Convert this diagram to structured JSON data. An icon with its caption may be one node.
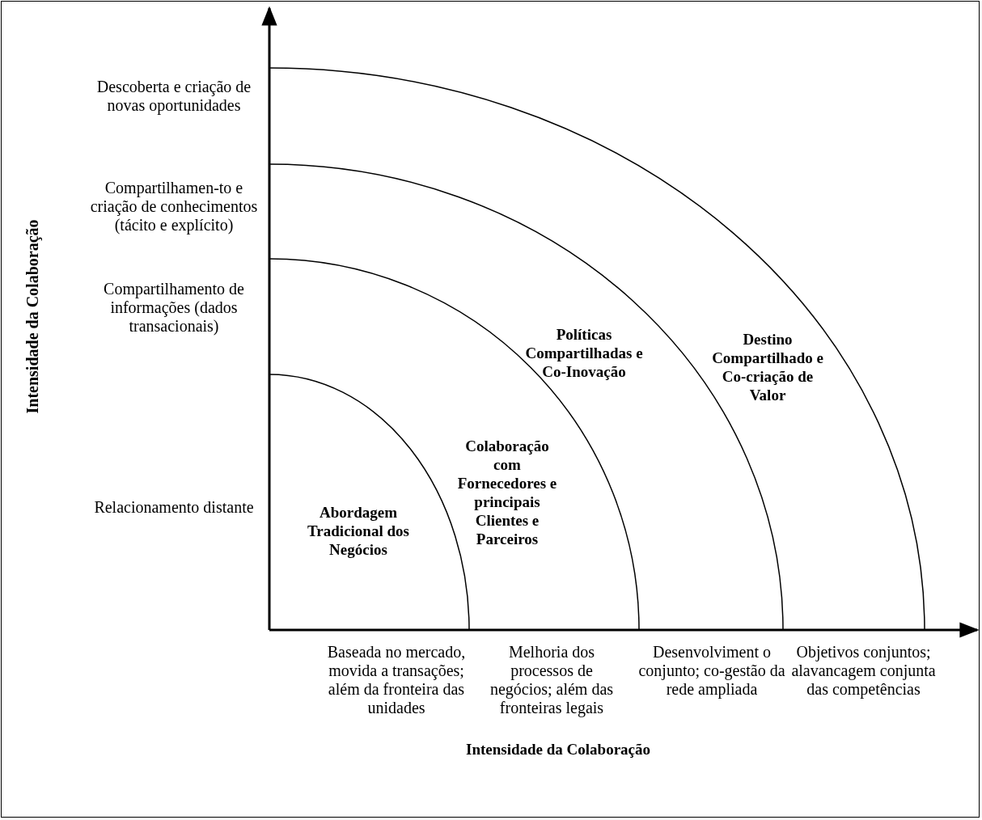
{
  "diagram": {
    "labels": [
      "Intensidade da Colaboração",
      "Descoberta e criação de novas oportunidades",
      "Compartilhamen-to e criação de conhecimentos (tácito e explícito)",
      "Compartilhamento de informações (dados transacionais)",
      "Políticas Compartilhadas e Co-Inovação",
      "Destino Compartilhado e Co-criação de Valor",
      "Colaboração com Fornecedores e principais Clientes e Parceiros",
      "Relacionamento distante",
      "Abordagem Tradicional dos Negócios",
      "Baseada no mercado, movida a transações; além da fronteira das unidades",
      "Melhoria dos processos de negócios; além das fronteiras legais",
      "Desenvolviment o conjunto; co-gestão da rede ampliada",
      "Objetivos conjuntos; alavancagem conjunta das competências",
      "Intensidade da Colaboração"
    ]
  }
}
